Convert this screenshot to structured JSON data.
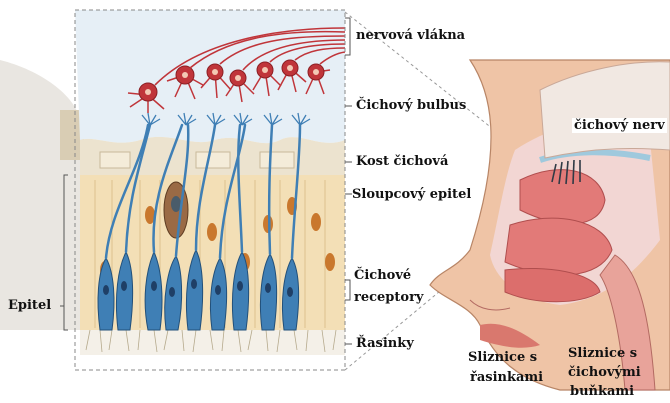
{
  "labels": {
    "nerve_fibers": "nervová vlákna",
    "olfactory_bulb": "Čichový bulbus",
    "ethmoid_bone": "Kost čichová",
    "columnar_epithelium": "Sloupcový epitel",
    "olfactory_receptors_line1": "Čichové",
    "olfactory_receptors_line2": "receptory",
    "cilia": "Řasinky",
    "epithelium": "Epitel",
    "olfactory_nerve": "čichový nerv",
    "ciliated_mucosa_line1": "Sliznice s",
    "ciliated_mucosa_line2": "řasinkami",
    "olfactory_mucosa_line1": "Sliznice s",
    "olfactory_mucosa_line2": "čichovými",
    "olfactory_mucosa_line3": "buňkami"
  },
  "colors": {
    "neuron_red": "#c0353a",
    "receptor_blue": "#3f7fb5",
    "bulb_bg": "#e6eff6",
    "bone": "#ece3cf",
    "epithelium_bg": "#f3dfb6",
    "support_cell_nucleus": "#c9782e",
    "skin": "#efc4a6",
    "mucosa": "#e27a78"
  }
}
